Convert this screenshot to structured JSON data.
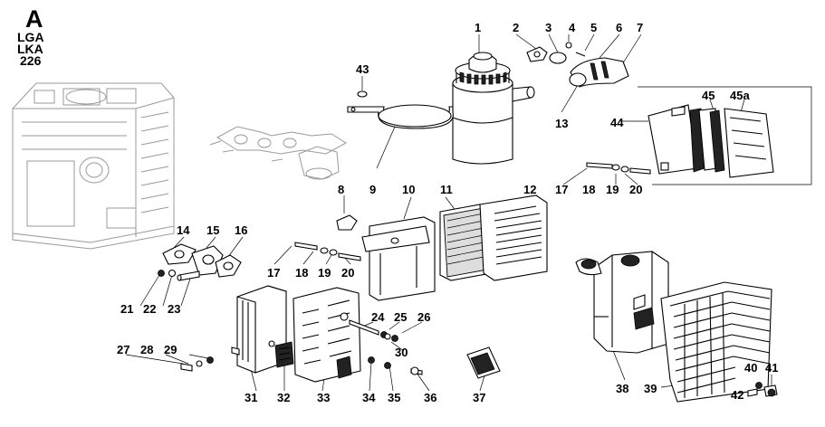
{
  "header": {
    "letter": "A",
    "models": [
      "LGA",
      "LKA",
      "226"
    ]
  },
  "callouts": {
    "p1": "1",
    "p2": "2",
    "p3": "3",
    "p4": "4",
    "p5": "5",
    "p6": "6",
    "p7": "7",
    "p8": "8",
    "p9": "9",
    "p10": "10",
    "p11": "11",
    "p12": "12",
    "p13": "13",
    "p14": "14",
    "p15": "15",
    "p16": "16",
    "p17a": "17",
    "p17b": "17",
    "p18a": "18",
    "p18b": "18",
    "p19a": "19",
    "p19b": "19",
    "p20a": "20",
    "p20b": "20",
    "p21": "21",
    "p22": "22",
    "p23": "23",
    "p24": "24",
    "p25": "25",
    "p26": "26",
    "p27": "27",
    "p28": "28",
    "p29": "29",
    "p30": "30",
    "p31": "31",
    "p32": "32",
    "p33": "33",
    "p34": "34",
    "p35": "35",
    "p36": "36",
    "p37": "37",
    "p38": "38",
    "p39": "39",
    "p40": "40",
    "p41": "41",
    "p42": "42",
    "p43": "43",
    "p44": "44",
    "p45": "45",
    "p45a": "45a"
  }
}
